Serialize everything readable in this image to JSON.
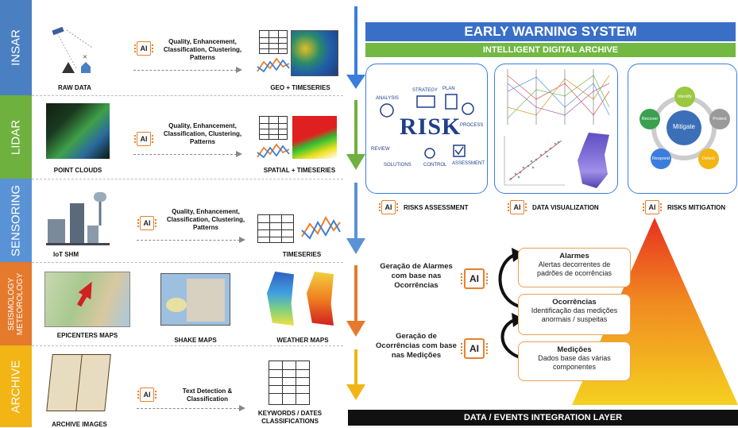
{
  "bands": [
    {
      "label": "INSAR",
      "color": "#4a7fc1"
    },
    {
      "label": "LIDAR",
      "color": "#6fb13f"
    },
    {
      "label": "SENSORING",
      "color": "#5a92d6"
    },
    {
      "label": "SEISMOLOGY\nMETEOROLOGY",
      "color": "#e57a2c"
    },
    {
      "label": "ARCHIVE",
      "color": "#f2b515"
    }
  ],
  "ai_label": "AI",
  "rows": {
    "insar": {
      "source": "RAW DATA",
      "process": "Quality, Enhancement, Classification, Clustering, Patterns",
      "output": "GEO + TIMESERIES"
    },
    "lidar": {
      "source": "POINT CLOUDS",
      "process": "Quality, Enhancement, Classification, Clustering, Patterns",
      "output": "SPATIAL + TIMESERIES"
    },
    "sensoring": {
      "source": "IoT SHM",
      "process": "Quality, Enhancement, Classification, Clustering, Patterns",
      "output": "TIMESERIES"
    },
    "seismo": {
      "epicenters": "EPICENTERS MAPS",
      "shake": "SHAKE MAPS",
      "weather": "WEATHER MAPS"
    },
    "archive": {
      "source": "ARCHIVE IMAGES",
      "process": "Text Detection & Classification",
      "output": "KEYWORDS / DATES CLASSIFICATIONS"
    }
  },
  "header": {
    "title": "EARLY WARNING SYSTEM",
    "subtitle": "INTELLIGENT DIGITAL ARCHIVE",
    "title_color": "#3a6fc8",
    "subtitle_color": "#72b842"
  },
  "risk_card": {
    "word": "RISK",
    "labels": [
      "ANALYSIS",
      "STRATEGY",
      "PLAN",
      "PROCESS",
      "REVIEW",
      "ASSESSMENT",
      "CONTROL",
      "SOLUTIONS"
    ]
  },
  "mitigation_cycle": {
    "center": "Mitigate",
    "nodes": [
      "Identify",
      "Protect",
      "Detect",
      "Respond",
      "Recover"
    ]
  },
  "captions": {
    "risks_assessment": "RISKS ASSESSMENT",
    "data_visualization": "DATA VISUALIZATION",
    "risks_mitigation": "RISKS MITIGATION"
  },
  "flow": {
    "left_top": "Geração de Alarmes com base nas Ocorrências",
    "left_bottom": "Geração de Ocorrências com base nas Medições",
    "alarmes": {
      "title": "Alarmes",
      "text": "Alertas decorrentes de padrões de ocorrências"
    },
    "ocorrencias": {
      "title": "Ocorrências",
      "text": "Identificação das medições anormais / suspeitas"
    },
    "medicoes": {
      "title": "Medições",
      "text": "Dados base das várias componentes"
    }
  },
  "bottom_bar": "DATA / EVENTS INTEGRATION LAYER"
}
